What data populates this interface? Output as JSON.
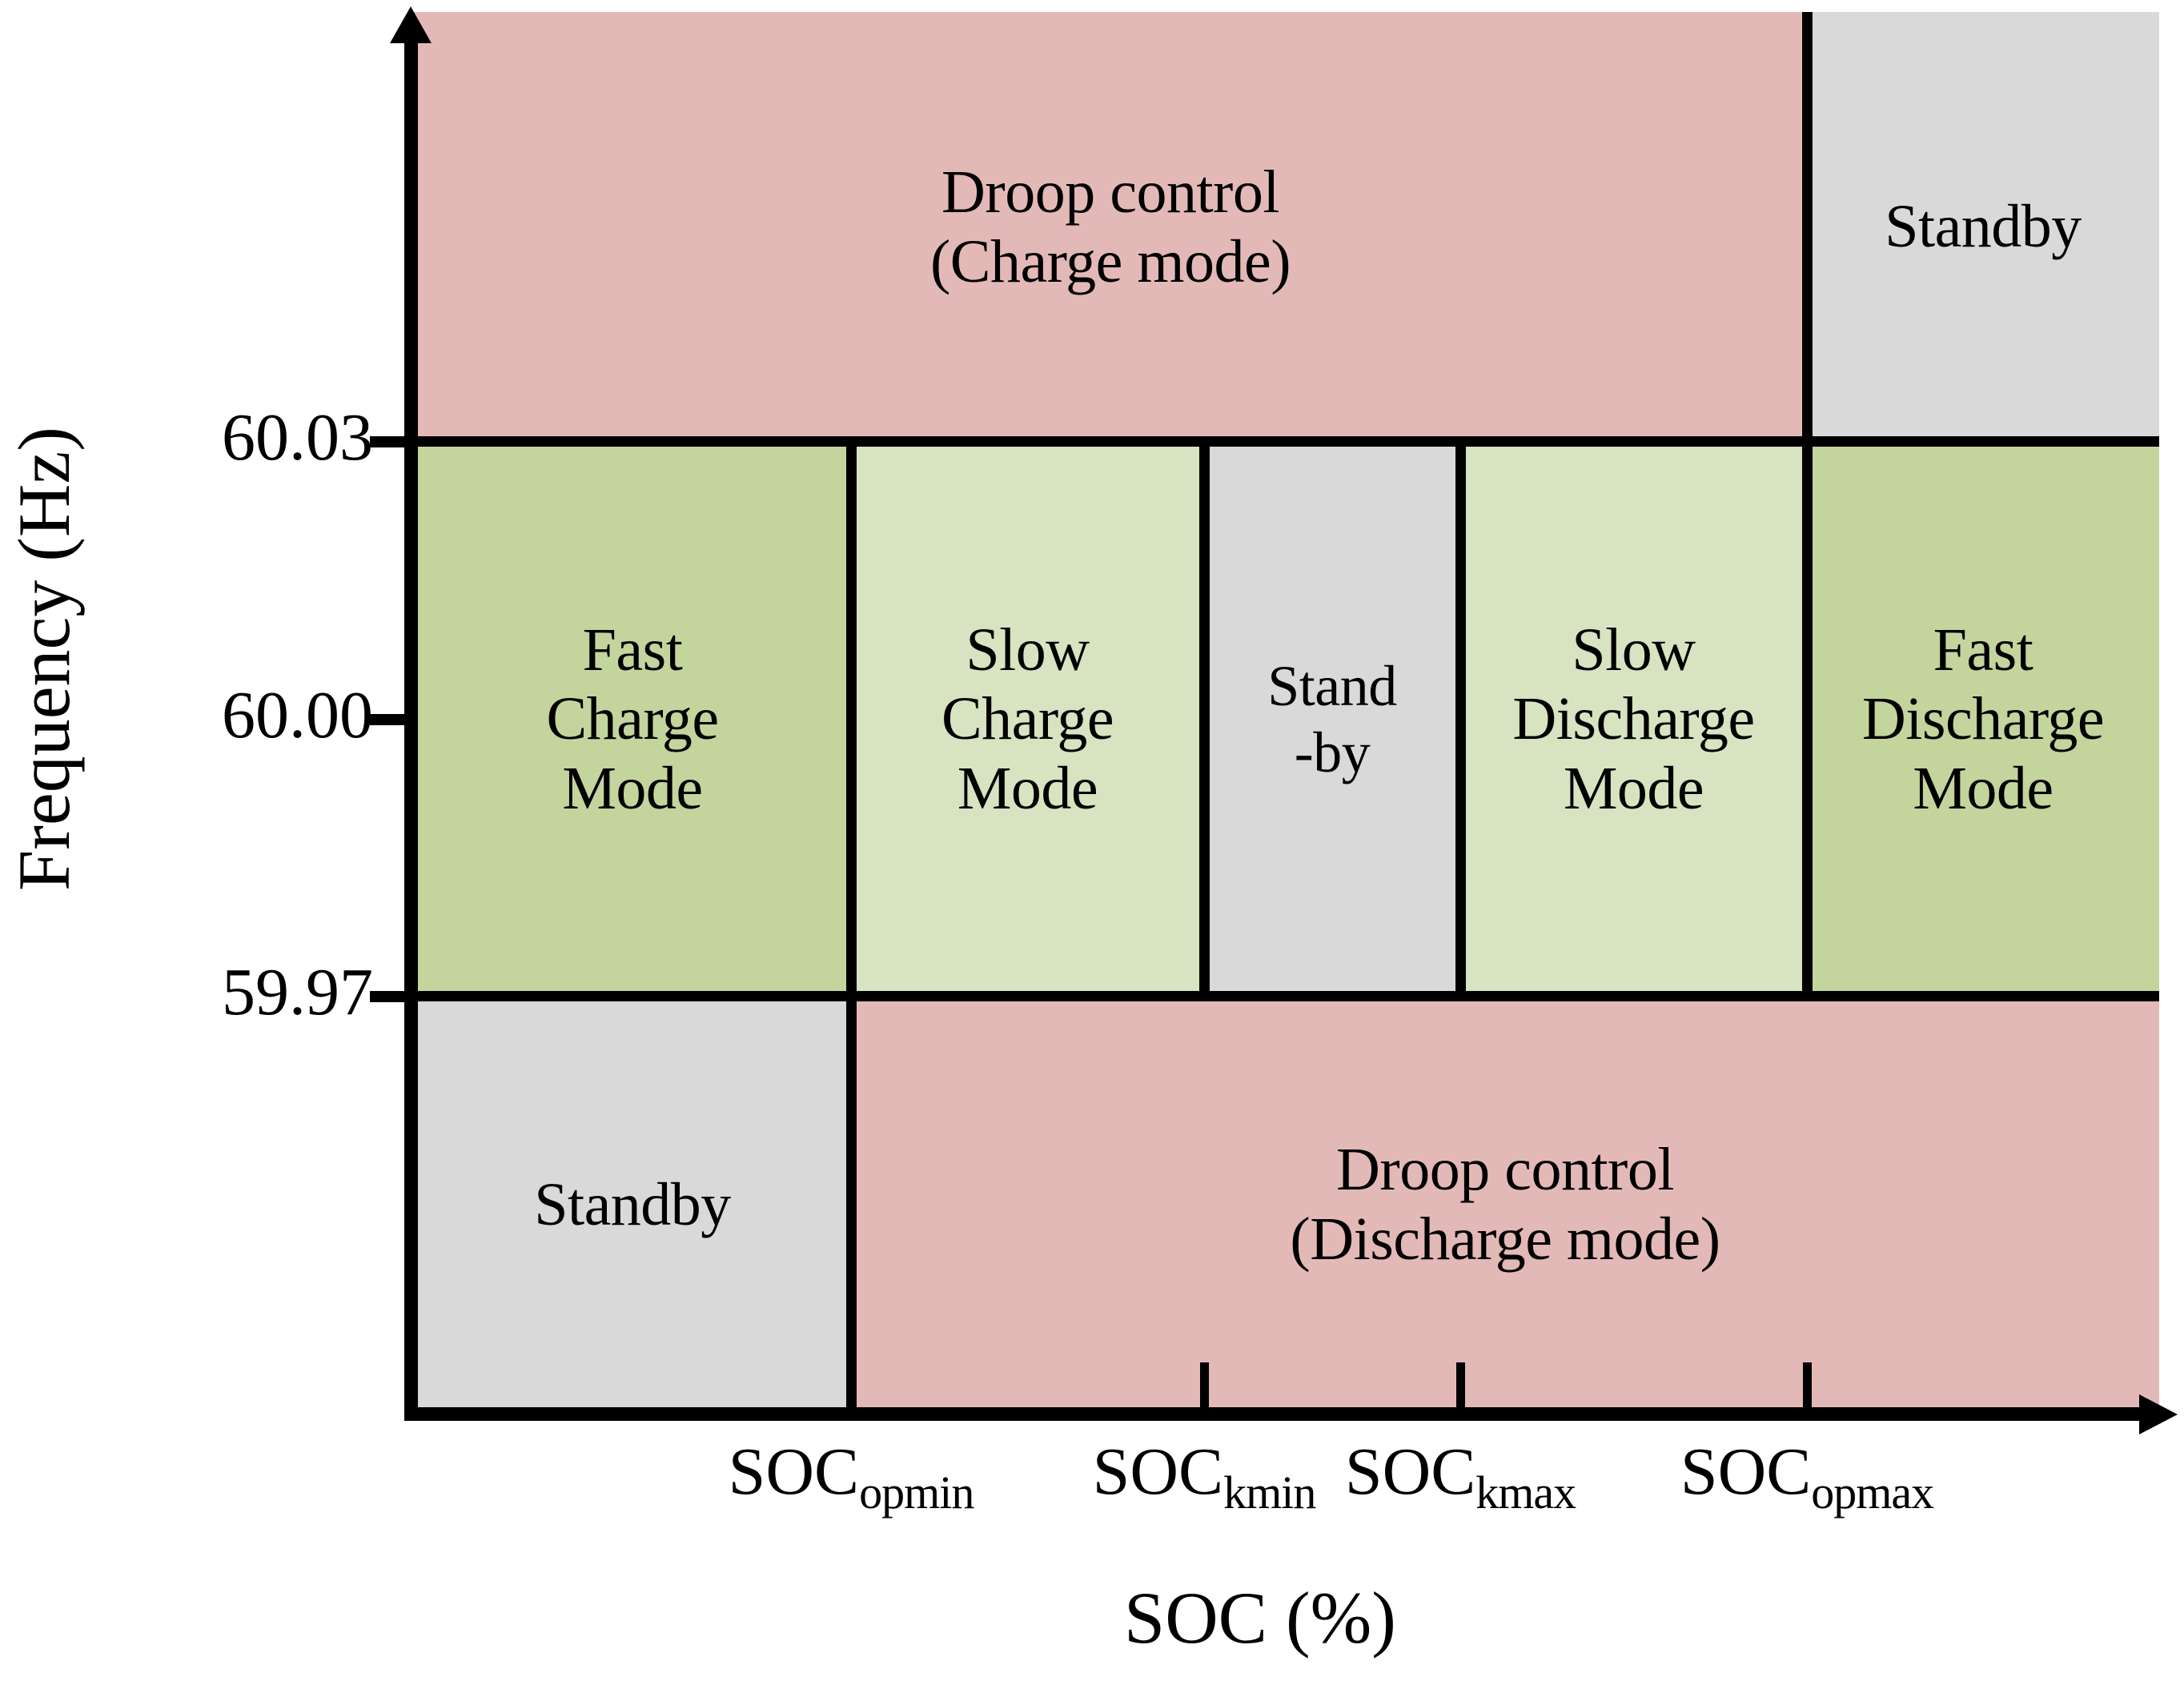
{
  "figure": {
    "type": "state-of-charge frequency control mode map",
    "axes": {
      "y": {
        "title": "Frequency (Hz)",
        "ticks": [
          "60.03",
          "60.00",
          "59.97"
        ]
      },
      "x": {
        "title": "SOC (%)",
        "ticks": [
          {
            "base": "SOC",
            "sub": "opmin"
          },
          {
            "base": "SOC",
            "sub": "kmin"
          },
          {
            "base": "SOC",
            "sub": "kmax"
          },
          {
            "base": "SOC",
            "sub": "opmax"
          }
        ]
      }
    },
    "colors": {
      "pink": "#e3b9b8",
      "green_dark": "#c4d49d",
      "green_light": "#d8e3c1",
      "gray": "#d9d9d9",
      "line": "#000000"
    },
    "regions": {
      "top_band": [
        {
          "label": "Droop control\n(Charge mode)",
          "color": "pink"
        },
        {
          "label": "Standby",
          "color": "gray"
        }
      ],
      "middle_band": [
        {
          "label": "Fast\nCharge\nMode",
          "color": "green_dark"
        },
        {
          "label": "Slow\nCharge\nMode",
          "color": "green_light"
        },
        {
          "label": "Stand\n-by",
          "color": "gray"
        },
        {
          "label": "Slow\nDischarge\nMode",
          "color": "green_light"
        },
        {
          "label": "Fast\nDischarge\nMode",
          "color": "green_dark"
        }
      ],
      "bottom_band": [
        {
          "label": "Standby",
          "color": "gray"
        },
        {
          "label": "Droop control\n(Discharge mode)",
          "color": "pink"
        }
      ]
    }
  }
}
